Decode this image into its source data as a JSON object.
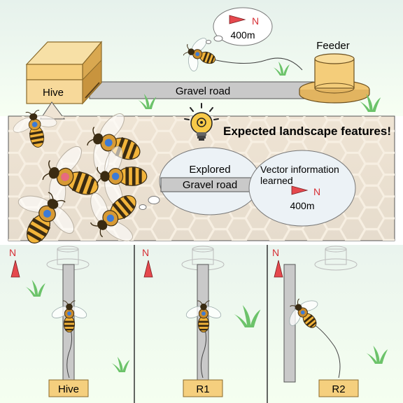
{
  "top": {
    "hive_label": "Hive",
    "road_label": "Gravel road",
    "feeder_label": "Feeder",
    "bubble_vector": {
      "compass": "N",
      "distance": "400m"
    }
  },
  "middle": {
    "headline": "Expected landscape features!",
    "thought_left": {
      "title": "Explored",
      "road": "Gravel road"
    },
    "thought_right": {
      "line1": "Vector information",
      "line2": "learned",
      "compass": "N",
      "distance": "400m"
    }
  },
  "panels": [
    {
      "compass": "N",
      "start_label": "Hive"
    },
    {
      "compass": "N",
      "start_label": "R1"
    },
    {
      "compass": "N",
      "start_label": "R2"
    }
  ],
  "colors": {
    "sky_top": "#eaf4ee",
    "sky_bottom": "#f6fff2",
    "comb_bg": "#ece4d6",
    "hive_body": "#f7d99a",
    "hive_edge": "#8a6a2a",
    "road": "#c8c8c8",
    "feeder": "#f4cd7a",
    "grass": "#6cc36a",
    "flag": "#e5484d",
    "bee_yellow": "#f2b43a",
    "bee_dark": "#3a2b12",
    "dot_blue": "#3d7bd6",
    "dot_pink": "#e96a7f"
  }
}
